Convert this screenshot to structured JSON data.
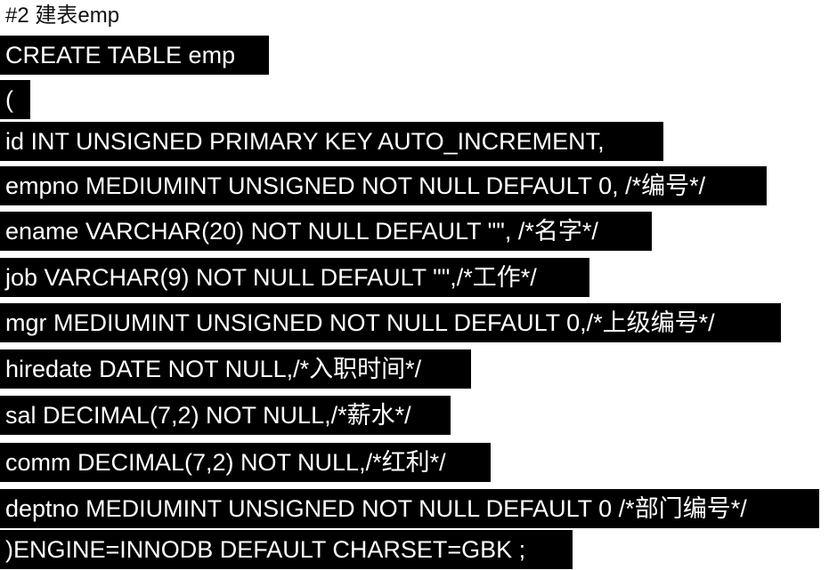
{
  "heading": "#2 建表emp",
  "code": {
    "lines": [
      "CREATE TABLE emp",
      "(",
      "id INT UNSIGNED PRIMARY KEY AUTO_INCREMENT,",
      "empno MEDIUMINT UNSIGNED NOT NULL DEFAULT 0, /*编号*/",
      "ename VARCHAR(20) NOT NULL DEFAULT \"\", /*名字*/",
      "job VARCHAR(9) NOT NULL DEFAULT \"\",/*工作*/",
      "mgr MEDIUMINT UNSIGNED NOT NULL DEFAULT 0,/*上级编号*/",
      "hiredate DATE NOT NULL,/*入职时间*/",
      "sal DECIMAL(7,2) NOT NULL,/*薪水*/",
      "comm DECIMAL(7,2) NOT NULL,/*红利*/",
      "deptno MEDIUMINT UNSIGNED NOT NULL DEFAULT 0 /*部门编号*/",
      ")ENGINE=INNODB DEFAULT CHARSET=GBK ;"
    ]
  },
  "colors": {
    "highlight_background": "#000000",
    "highlight_text": "#ffffff",
    "heading_text": "#111111"
  }
}
